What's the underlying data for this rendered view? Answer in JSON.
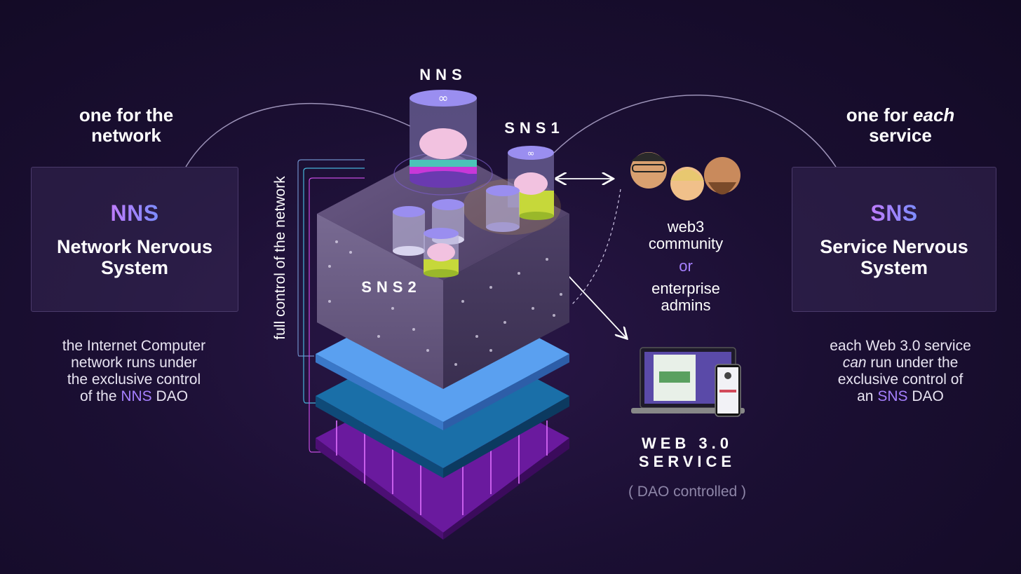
{
  "left": {
    "heading_line1": "one for the",
    "heading_line2": "network",
    "acronym": "NNS",
    "full_line1": "Network Nervous",
    "full_line2": "System",
    "desc_line1": "the Internet Computer",
    "desc_line2": "network runs under",
    "desc_line3": "the exclusive control",
    "desc_line4_pre": "of the ",
    "desc_line4_hl": "NNS",
    "desc_line4_post": " DAO"
  },
  "right": {
    "heading_pre": "one for ",
    "heading_em": "each",
    "heading_line2": "service",
    "acronym": "SNS",
    "full_line1": "Service Nervous",
    "full_line2": "System",
    "desc_line1": "each Web 3.0 service",
    "desc_line2_em": "can",
    "desc_line2_post": " run under the",
    "desc_line3": "exclusive control of",
    "desc_line4_pre": "an ",
    "desc_line4_hl": "SNS",
    "desc_line4_post": " DAO"
  },
  "diagram": {
    "nns_label": "NNS",
    "sns1_label": "SNS1",
    "sns2_label": "SNS2",
    "vertical_label": "full control of the network",
    "community_line1": "web3",
    "community_line2": "community",
    "or": "or",
    "enterprise_line1": "enterprise",
    "enterprise_line2": "admins",
    "web3_line1": "WEB 3.0",
    "web3_line2": "SERVICE",
    "dao_controlled": "( DAO controlled )"
  },
  "colors": {
    "accent_purple": "#a680ff",
    "box_border": "#4a3a6a",
    "background": "#1b0f33"
  }
}
